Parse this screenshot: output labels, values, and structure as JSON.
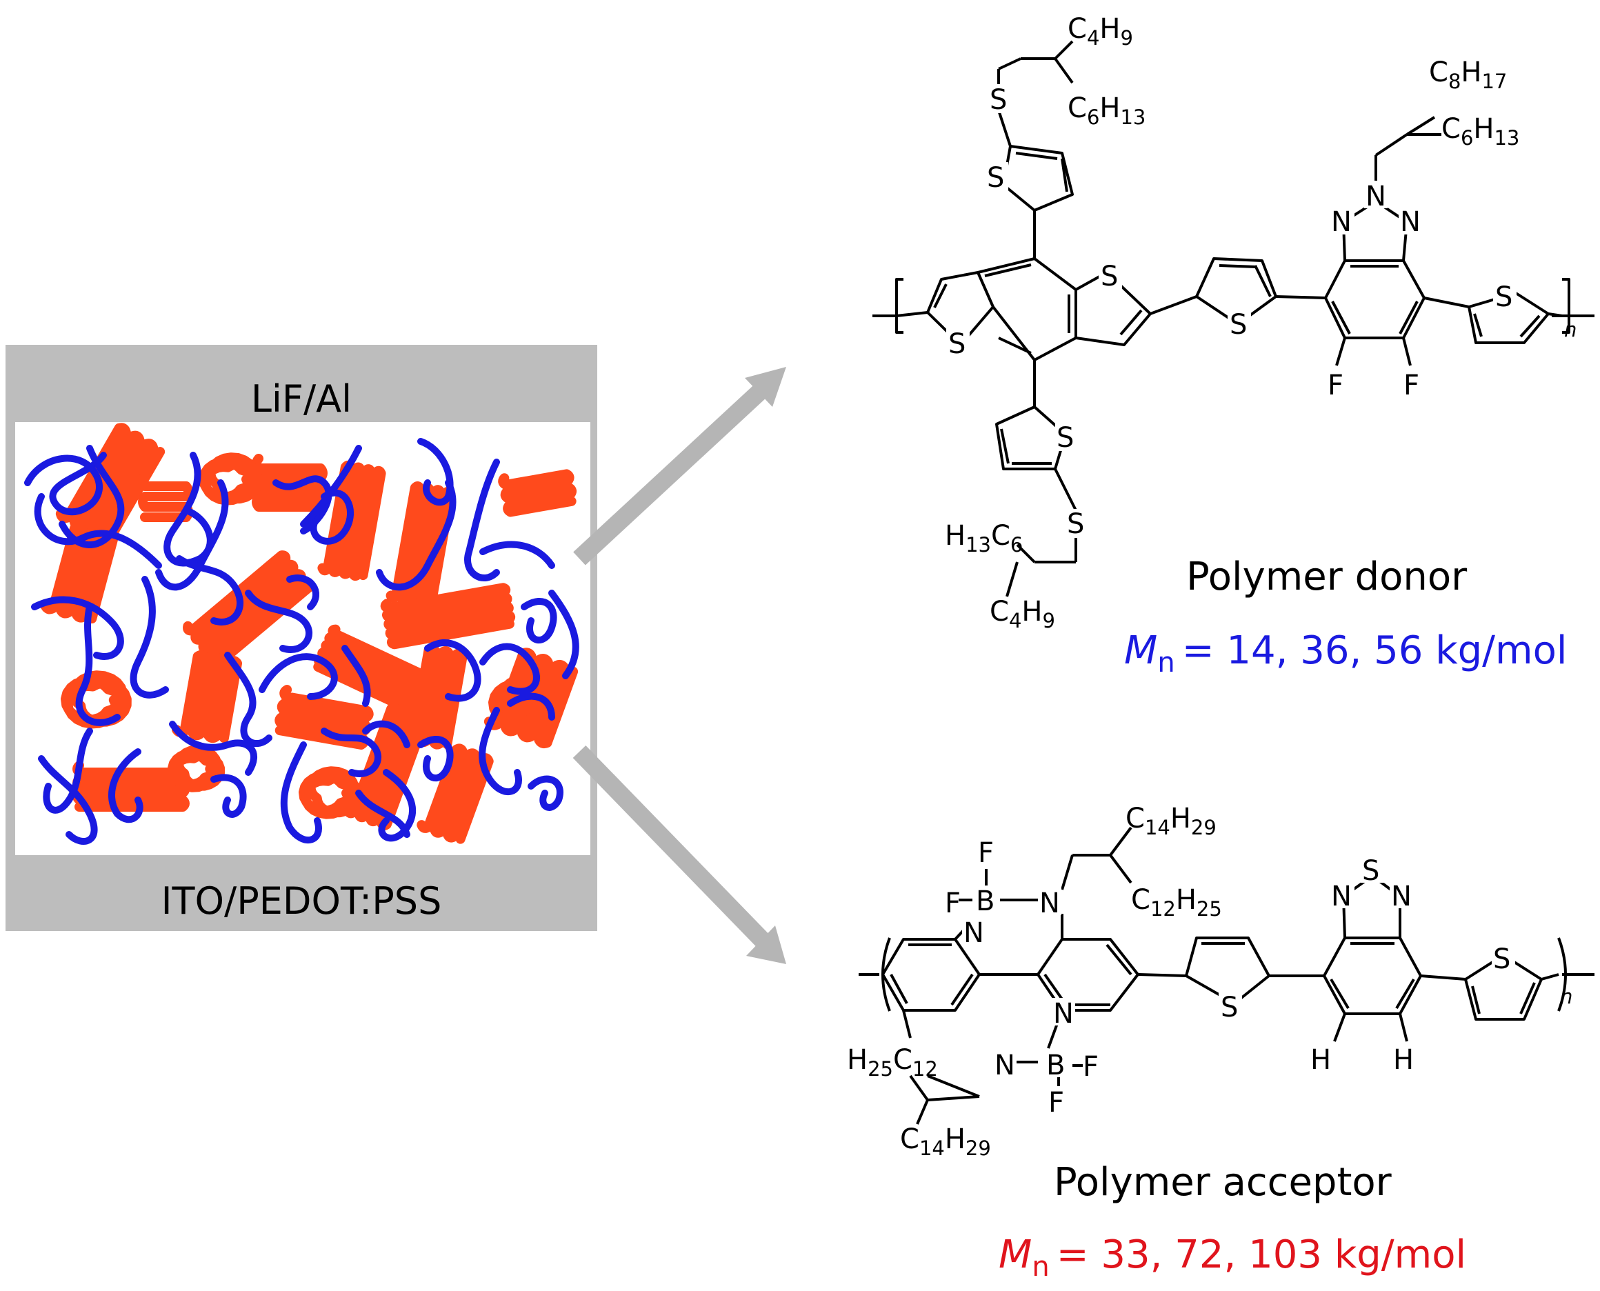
{
  "device": {
    "top_electrode": "LiF/Al",
    "bottom_electrode": "ITO/PEDOT:PSS",
    "colors": {
      "electrode": "#bdbdbd",
      "donor_chain": "#1a1ae0",
      "acceptor_chain": "#ff4a1c",
      "arrow": "#b5b5b5"
    }
  },
  "donor": {
    "caption": "Polymer donor",
    "mn_symbol": "M",
    "mn_subscript": "n",
    "mn_text": "= 14, 36, 56 kg/mol",
    "color": "#1a1ae0",
    "substituents": {
      "top_branch_c4": "C4H9",
      "top_branch_c6": "C6H13",
      "bottom_branch_c6": "H13C6",
      "bottom_branch_c4": "C4H9",
      "triazole_branch_c8": "C8H17",
      "triazole_branch_c6": "C6H13"
    },
    "repeat": "n"
  },
  "acceptor": {
    "caption": "Polymer acceptor",
    "mn_symbol": "M",
    "mn_subscript": "n",
    "mn_text": "= 33, 72, 103 kg/mol",
    "color": "#e0141c",
    "substituents": {
      "top_branch_c14": "C14H29",
      "top_branch_c12": "C12H25",
      "bottom_branch_c12": "H25C12",
      "bottom_branch_c14": "C14H29"
    },
    "repeat": "n"
  }
}
